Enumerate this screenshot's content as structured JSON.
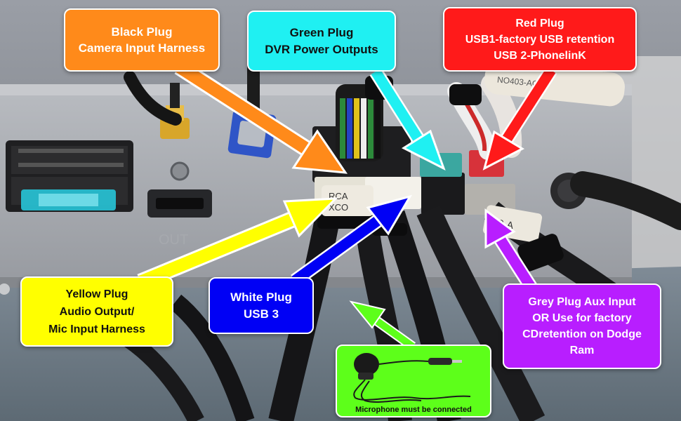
{
  "callouts": {
    "black": {
      "lines": [
        "Black Plug",
        "Camera Input Harness"
      ],
      "color": "#ff8a1a"
    },
    "green": {
      "lines": [
        "Green Plug",
        "DVR Power Outputs"
      ],
      "color": "#1ff0f2"
    },
    "red": {
      "lines": [
        "Red Plug",
        "USB1-factory USB retention",
        "USB 2-PhonelinK"
      ],
      "color": "#ff1a1a"
    },
    "yellow": {
      "lines": [
        "Yellow Plug",
        "Audio Output/",
        "Mic Input Harness"
      ],
      "color": "#ffff00"
    },
    "white": {
      "lines": [
        "White Plug",
        "USB 3"
      ],
      "color": "#0000f5"
    },
    "grey": {
      "lines": [
        "Grey Plug Aux Input",
        "OR Use for factory",
        "CDretention on Dodge",
        "Ram"
      ],
      "color": "#b81eff"
    },
    "mic": {
      "label": "Microphone must be connected",
      "color": "#5dff1a"
    }
  },
  "photo": {
    "unit_port_label": "OUT",
    "plug_labels": [
      "RCA",
      "XCO",
      "NO403-AO",
      "20-A"
    ]
  }
}
